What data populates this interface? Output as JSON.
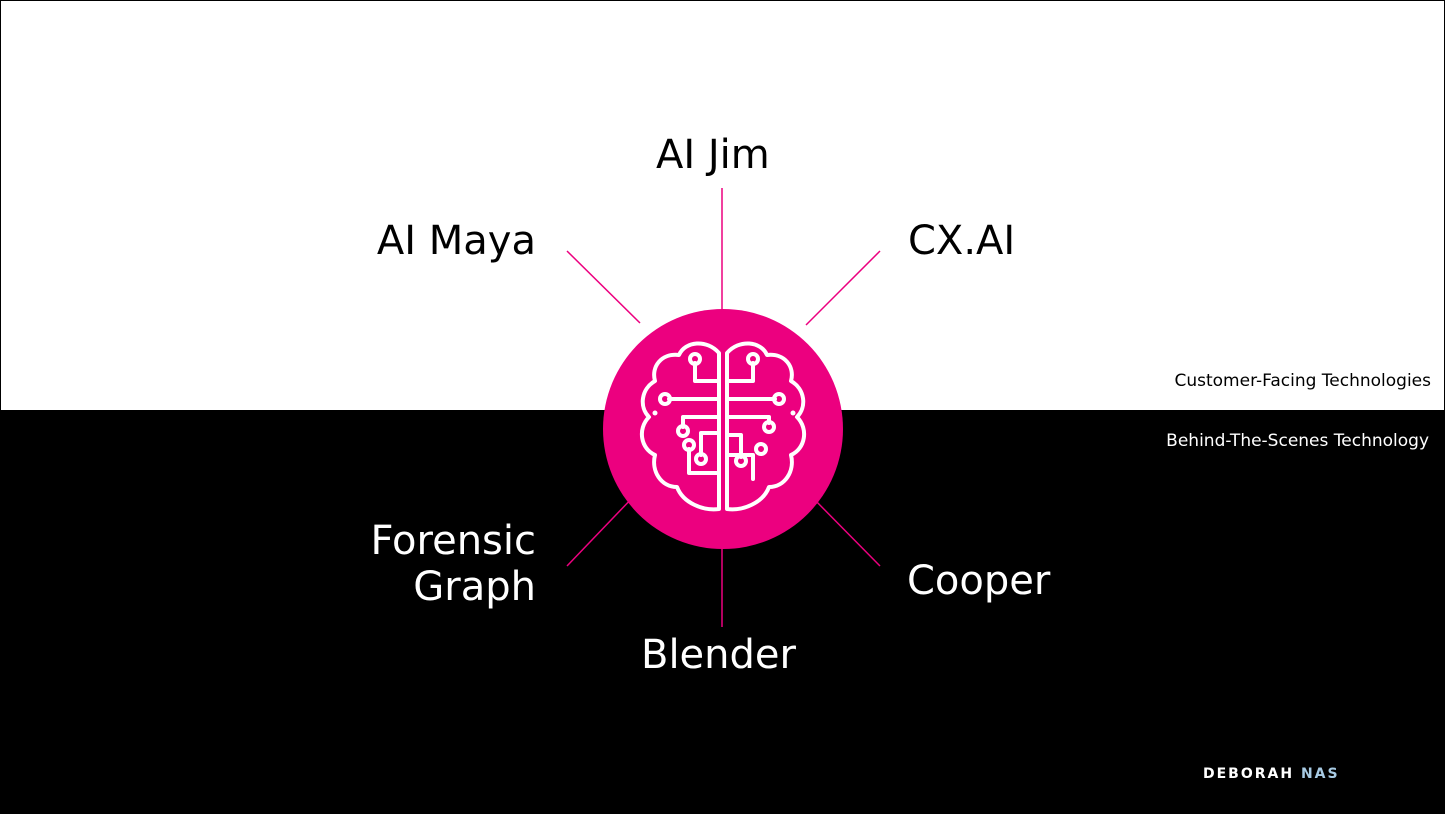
{
  "colors": {
    "accent": "#ec007f",
    "top_background": "#ffffff",
    "bottom_background": "#000000",
    "brand_first": "#ffffff",
    "brand_last": "#a8cbe4"
  },
  "hub": {
    "icon": "brain-circuit-icon"
  },
  "sections": {
    "top": "Customer-Facing Technologies",
    "bottom": "Behind-The-Scenes Technology"
  },
  "nodes": {
    "ai_jim": "AI Jim",
    "ai_maya": "AI Maya",
    "cx_ai": "CX.AI",
    "forensic_graph_line1": "Forensic",
    "forensic_graph_line2": "Graph",
    "cooper": "Cooper",
    "blender": "Blender"
  },
  "brand": {
    "first": "DEBORAH",
    "last": "NAS"
  }
}
